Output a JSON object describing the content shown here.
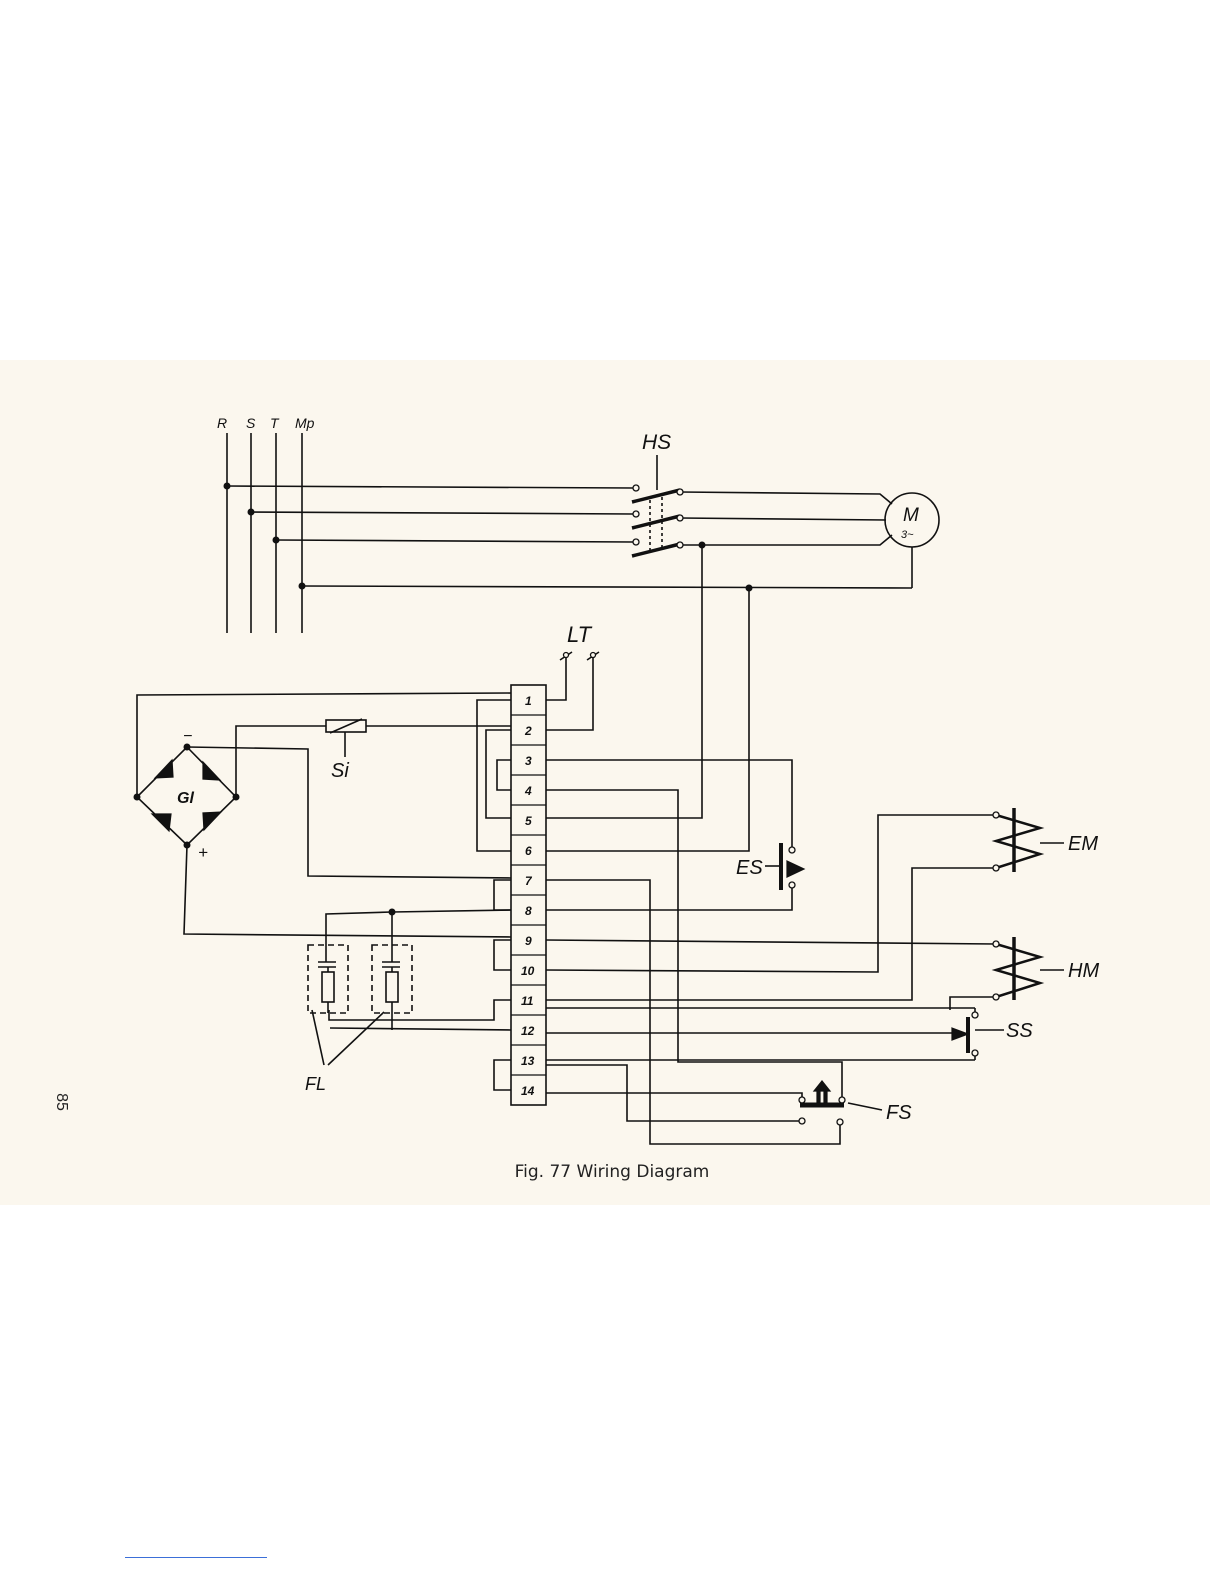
{
  "supply": {
    "phase_r": "R",
    "phase_s": "S",
    "phase_t": "T",
    "neutral": "Mp"
  },
  "components": {
    "main_switch": "HS",
    "motor": "M",
    "motor_type": "3~",
    "limit_contacts": "LT",
    "fuse": "Si",
    "rectifier": "Gl",
    "rectifier_minus": "−",
    "rectifier_plus": "+",
    "filters": "FL",
    "switch_es": "ES",
    "magnet_em": "EM",
    "magnet_hm": "HM",
    "switch_ss": "SS",
    "switch_fs": "FS"
  },
  "terminals": [
    "1",
    "2",
    "3",
    "4",
    "5",
    "6",
    "7",
    "8",
    "9",
    "10",
    "11",
    "12",
    "13",
    "14"
  ],
  "caption": "Fig. 77 Wiring Diagram",
  "page_number": "85",
  "colors": {
    "paper": "#fbf7ee",
    "ink": "#111111"
  }
}
